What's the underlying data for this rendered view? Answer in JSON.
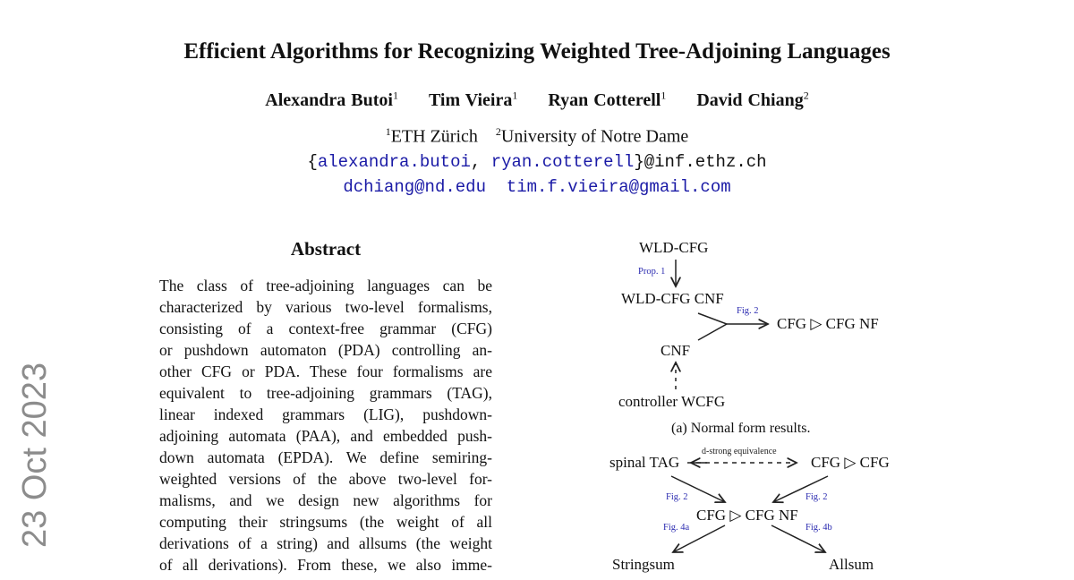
{
  "title": "Efficient Algorithms for Recognizing Weighted Tree-Adjoining Languages",
  "authors": [
    {
      "name": "Alexandra Butoi",
      "aff": "1"
    },
    {
      "name": "Tim Vieira",
      "aff": "1"
    },
    {
      "name": "Ryan Cotterell",
      "aff": "1"
    },
    {
      "name": "David Chiang",
      "aff": "2"
    }
  ],
  "affiliations": [
    {
      "mark": "1",
      "name": "ETH Zürich"
    },
    {
      "mark": "2",
      "name": "University of Notre Dame"
    }
  ],
  "emails": {
    "open": "{",
    "e1": "alexandra.butoi",
    "sep": ", ",
    "e2": "ryan.cotterell",
    "close": "}@inf.ethz.ch",
    "e3": "dchiang@nd.edu",
    "e4": "tim.f.vieira@gmail.com"
  },
  "date_stamp": "23 Oct 2023",
  "abstract": {
    "heading": "Abstract",
    "lines": [
      "The class of tree-adjoining languages can be",
      "characterized by various two-level formalisms,",
      "consisting of a context-free grammar (CFG)",
      "or pushdown automaton (PDA) controlling an-",
      "other CFG or PDA. These four formalisms are",
      "equivalent to tree-adjoining grammars (TAG),",
      "linear indexed grammars (LIG), pushdown-",
      "adjoining automata (PAA), and embedded push-",
      "down automata (EPDA). We define semiring-",
      "weighted versions of the above two-level for-",
      "malisms, and we design new algorithms for",
      "computing their stringsums (the weight of all",
      "derivations of a string) and allsums (the weight",
      "of all derivations). From these, we also imme-"
    ]
  },
  "figure_a": {
    "n1": "WLD-CFG",
    "n2": "WLD-CFG CNF",
    "n3": "CNF",
    "n4": "controller WCFG",
    "n5": "CFG ▷ CFG NF",
    "l1": "Prop. 1",
    "l2": "Fig. 2",
    "caption": "(a) Normal form results."
  },
  "figure_b": {
    "n1": "spinal TAG",
    "n2": "CFG ▷ CFG",
    "n3": "CFG ▷ CFG NF",
    "n4": "Stringsum",
    "n5": "Allsum",
    "equiv": "d-strong equivalence",
    "l1": "Fig. 2",
    "l2": "Fig. 2",
    "l3": "Fig. 4a",
    "l4": "Fig. 4b"
  }
}
